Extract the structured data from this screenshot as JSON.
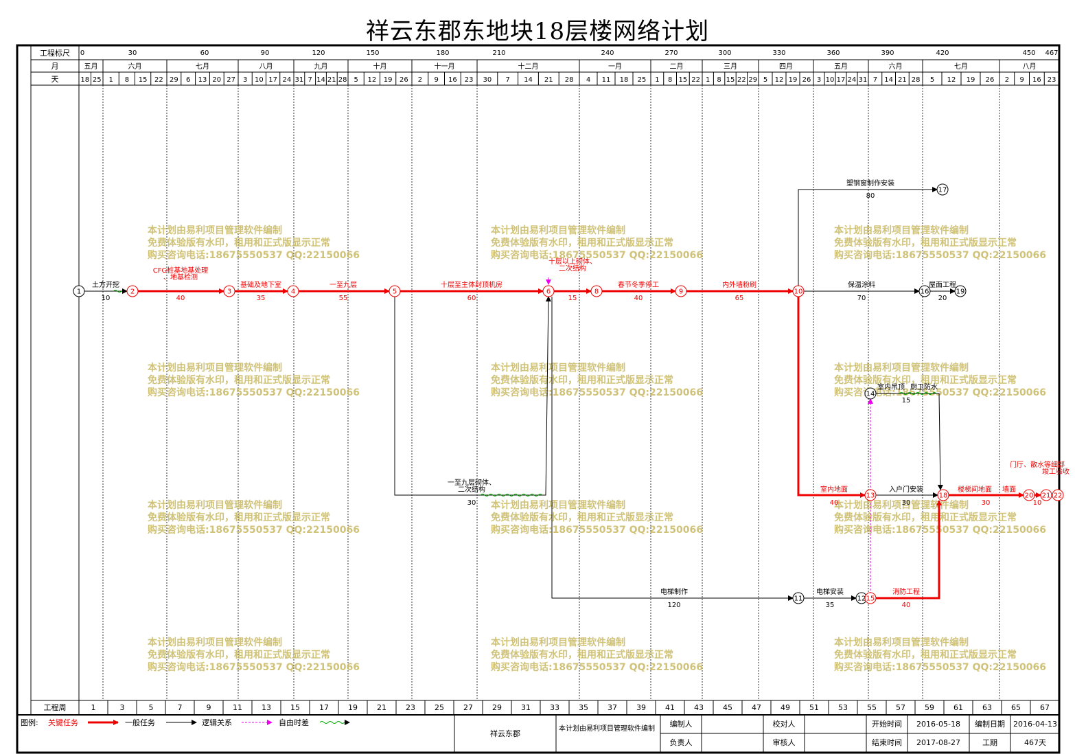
{
  "title": "祥云东郡东地块18层楼网络计划",
  "header": {
    "row_scale_label": "工程标尺",
    "row_month_label": "月",
    "row_day_label": "天",
    "scale_ticks": [
      "0",
      "30",
      "60",
      "90",
      "120",
      "150",
      "180",
      "210",
      "240",
      "270",
      "300",
      "330",
      "360",
      "390",
      "420",
      "450",
      "467"
    ],
    "months": [
      "五月",
      "六月",
      "七月",
      "八月",
      "九月",
      "十月",
      "十一月",
      "十二月",
      "一月",
      "二月",
      "三月",
      "四月",
      "五月",
      "六月",
      "七月",
      "八月"
    ],
    "days": [
      "18",
      "25",
      "1",
      "8",
      "15",
      "22",
      "29",
      "6",
      "13",
      "20",
      "27",
      "3",
      "10",
      "17",
      "24",
      "31",
      "7",
      "14",
      "21",
      "28",
      "5",
      "12",
      "19",
      "26",
      "2",
      "9",
      "16",
      "23",
      "30",
      "7",
      "14",
      "21",
      "28",
      "4",
      "11",
      "18",
      "25",
      "1",
      "8",
      "15",
      "22",
      "1",
      "8",
      "15",
      "22",
      "29",
      "5",
      "12",
      "19",
      "26",
      "3",
      "10",
      "17",
      "24",
      "31",
      "7",
      "14",
      "21",
      "28",
      "5",
      "12",
      "19",
      "26",
      "2",
      "9",
      "16",
      "23"
    ]
  },
  "footer_weeks_label": "工程周",
  "weeks": [
    "1",
    "3",
    "5",
    "7",
    "9",
    "11",
    "13",
    "15",
    "17",
    "19",
    "21",
    "23",
    "25",
    "27",
    "29",
    "31",
    "33",
    "35",
    "37",
    "39",
    "41",
    "43",
    "45",
    "47",
    "49",
    "51",
    "53",
    "55",
    "57",
    "59",
    "61",
    "63",
    "65",
    "67"
  ],
  "legend": {
    "label": "图例:",
    "critical": "关键任务",
    "normal": "一般任务",
    "logic": "逻辑关系",
    "float": "自由时差"
  },
  "info": {
    "project": "祥云东郡",
    "software_note": "本计划由易利项目管理软件编制",
    "prepared_by_label": "编制人",
    "responsible_label": "负责人",
    "checked_by_label": "校对人",
    "reviewed_by_label": "审核人",
    "start_label": "开始时间",
    "start_value": "2016-05-18",
    "end_label": "结束时间",
    "end_value": "2017-08-27",
    "date_label": "编制日期",
    "date_value": "2016-04-13",
    "duration_label": "工期",
    "duration_value": "467天"
  },
  "watermark": {
    "line1": "本计划由易利项目管理软件编制",
    "line2": "免费体验版有水印，租用和正式版显示正常",
    "line3": "购买咨询电话:18675550537 QQ:22150066"
  },
  "nodes": [
    "1",
    "2",
    "3",
    "4",
    "5",
    "6",
    "8",
    "9",
    "10",
    "11",
    "12",
    "13",
    "14",
    "15",
    "16",
    "17",
    "18",
    "19",
    "20",
    "21",
    "22"
  ],
  "tasks": [
    {
      "name": "土方开挖",
      "duration": "10",
      "critical": false
    },
    {
      "name": "CFG桩基地基处理、地基检测",
      "duration": "40",
      "critical": true
    },
    {
      "name": "基础及地下室",
      "duration": "35",
      "critical": true
    },
    {
      "name": "一至九层",
      "duration": "55",
      "critical": true
    },
    {
      "name": "十层至主体封顶机房",
      "duration": "60",
      "critical": true
    },
    {
      "name": "十层以上砌体、二次结构",
      "duration": "15",
      "critical": true
    },
    {
      "name": "春节冬季停工",
      "duration": "40",
      "critical": true
    },
    {
      "name": "内外墙粉刷",
      "duration": "65",
      "critical": true
    },
    {
      "name": "塑钢窗制作安装",
      "duration": "80",
      "critical": false
    },
    {
      "name": "保温涂料",
      "duration": "70",
      "critical": false
    },
    {
      "name": "屋面工程",
      "duration": "20",
      "critical": false
    },
    {
      "name": "室内吊顶",
      "duration": "",
      "critical": false
    },
    {
      "name": "厨卫防水",
      "duration": "15",
      "critical": false
    },
    {
      "name": "一至九层砌体、二次结构",
      "duration": "30",
      "critical": false
    },
    {
      "name": "室内地面",
      "duration": "40",
      "critical": true
    },
    {
      "name": "入户门安装",
      "duration": "30",
      "critical": false
    },
    {
      "name": "楼梯间地面",
      "duration": "30",
      "critical": true
    },
    {
      "name": "墙面",
      "duration": "",
      "critical": true
    },
    {
      "name": "门厅、散水等细部",
      "duration": "10",
      "critical": true
    },
    {
      "name": "竣工验收",
      "duration": "",
      "critical": true
    },
    {
      "name": "电梯制作",
      "duration": "120",
      "critical": false
    },
    {
      "name": "电梯安装",
      "duration": "35",
      "critical": false
    },
    {
      "name": "消防工程",
      "duration": "40",
      "critical": true
    }
  ]
}
